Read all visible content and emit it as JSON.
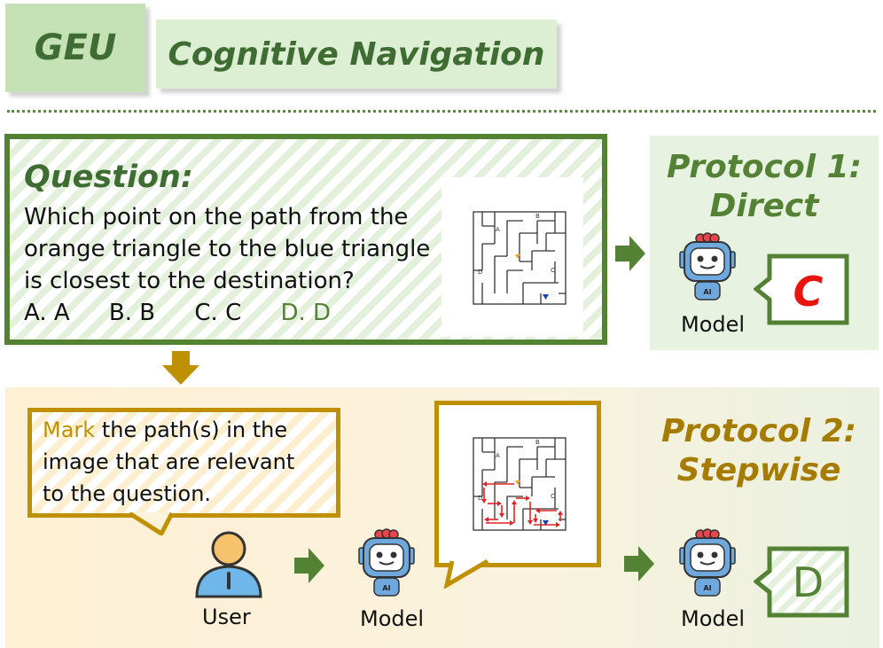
{
  "header": {
    "tag": "GEU",
    "title": "Cognitive Navigation"
  },
  "question": {
    "title": "Question:",
    "line1": "Which point on the path from the",
    "line2": "orange triangle to the blue triangle",
    "line3": "is closest to the destination?",
    "options": [
      {
        "label": "A. A",
        "correct": false
      },
      {
        "label": "B. B",
        "correct": false
      },
      {
        "label": "C. C",
        "correct": false
      },
      {
        "label": "D. D",
        "correct": true
      }
    ]
  },
  "maze": {
    "points": {
      "a": "A",
      "b": "B",
      "c": "C",
      "d": "D"
    }
  },
  "protocol1": {
    "title_line1": "Protocol 1:",
    "title_line2": "Direct",
    "answer": "C",
    "model_label": "Model"
  },
  "protocol2": {
    "title_line1": "Protocol 2:",
    "title_line2": "Stepwise",
    "answer": "D",
    "model_label": "Model"
  },
  "instruction": {
    "highlight": "Mark",
    "line1_rest": " the path(s) in the",
    "line2": "image that are relevant",
    "line3": "to the question."
  },
  "user_label": "User",
  "middle_model_label": "Model",
  "robot_badge": "AI",
  "colors": {
    "green": "#548235",
    "gold": "#bf9000",
    "wrong_answer": "#e8140e",
    "orange_triangle": "#f0a030",
    "blue_triangle": "#1a3fb8",
    "path_arrows": "#e02424"
  }
}
